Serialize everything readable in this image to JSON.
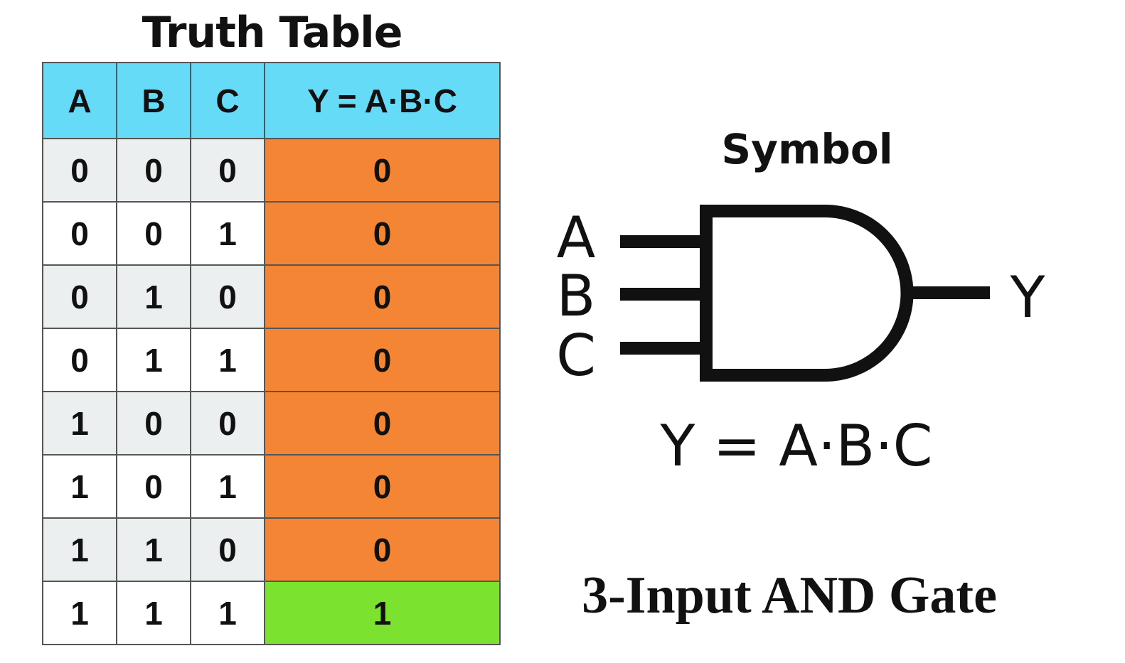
{
  "truth_table": {
    "title": "Truth Table",
    "headers": [
      "A",
      "B",
      "C",
      "Y = A·B·C"
    ],
    "rows": [
      [
        "0",
        "0",
        "0",
        "0"
      ],
      [
        "0",
        "0",
        "1",
        "0"
      ],
      [
        "0",
        "1",
        "0",
        "0"
      ],
      [
        "0",
        "1",
        "1",
        "0"
      ],
      [
        "1",
        "0",
        "0",
        "0"
      ],
      [
        "1",
        "0",
        "1",
        "0"
      ],
      [
        "1",
        "1",
        "0",
        "0"
      ],
      [
        "1",
        "1",
        "1",
        "1"
      ]
    ],
    "colors": {
      "header_bg": "#66dbf8",
      "output_low_bg": "#f48534",
      "output_high_bg": "#7be230",
      "alt_row_bg": "#eceff0"
    }
  },
  "symbol": {
    "title": "Symbol",
    "inputs": [
      "A",
      "B",
      "C"
    ],
    "output": "Y",
    "expression": "Y = A·B·C",
    "gate_type": "AND gate symbol"
  },
  "caption": "3-Input AND Gate"
}
